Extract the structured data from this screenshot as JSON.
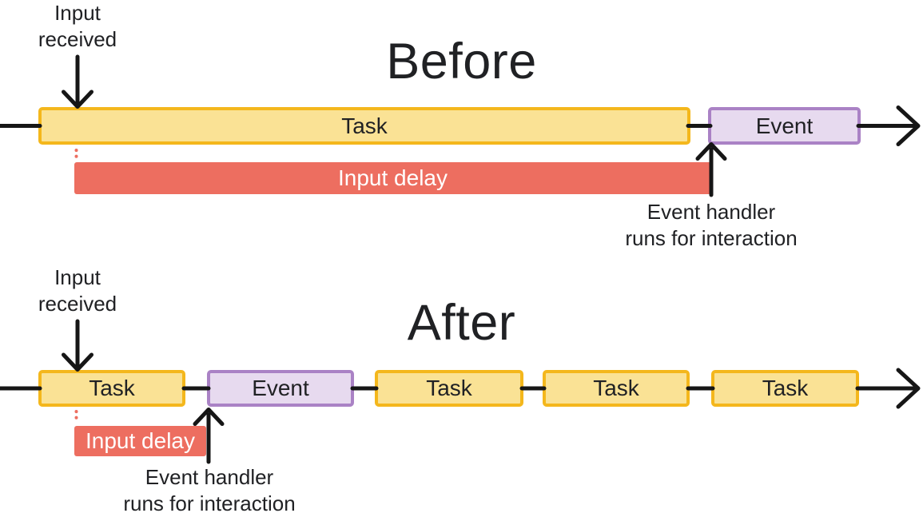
{
  "colors": {
    "text": "#202124",
    "line": "#161616",
    "task_fill": "#FAE295",
    "task_border": "#F4B71C",
    "event_fill": "#E7DAEF",
    "event_border": "#AA82C5",
    "delay_fill": "#ED6E60"
  },
  "before": {
    "title": "Before",
    "input_received": {
      "line1": "Input",
      "line2": "received"
    },
    "task": "Task",
    "event": "Event",
    "input_delay": "Input delay",
    "event_handler": {
      "line1": "Event handler",
      "line2": "runs for interaction"
    }
  },
  "after": {
    "title": "After",
    "input_received": {
      "line1": "Input",
      "line2": "received"
    },
    "first_task": "Task",
    "event": "Event",
    "tasks": [
      "Task",
      "Task",
      "Task"
    ],
    "input_delay": "Input delay",
    "event_handler": {
      "line1": "Event handler",
      "line2": "runs for interaction"
    }
  }
}
